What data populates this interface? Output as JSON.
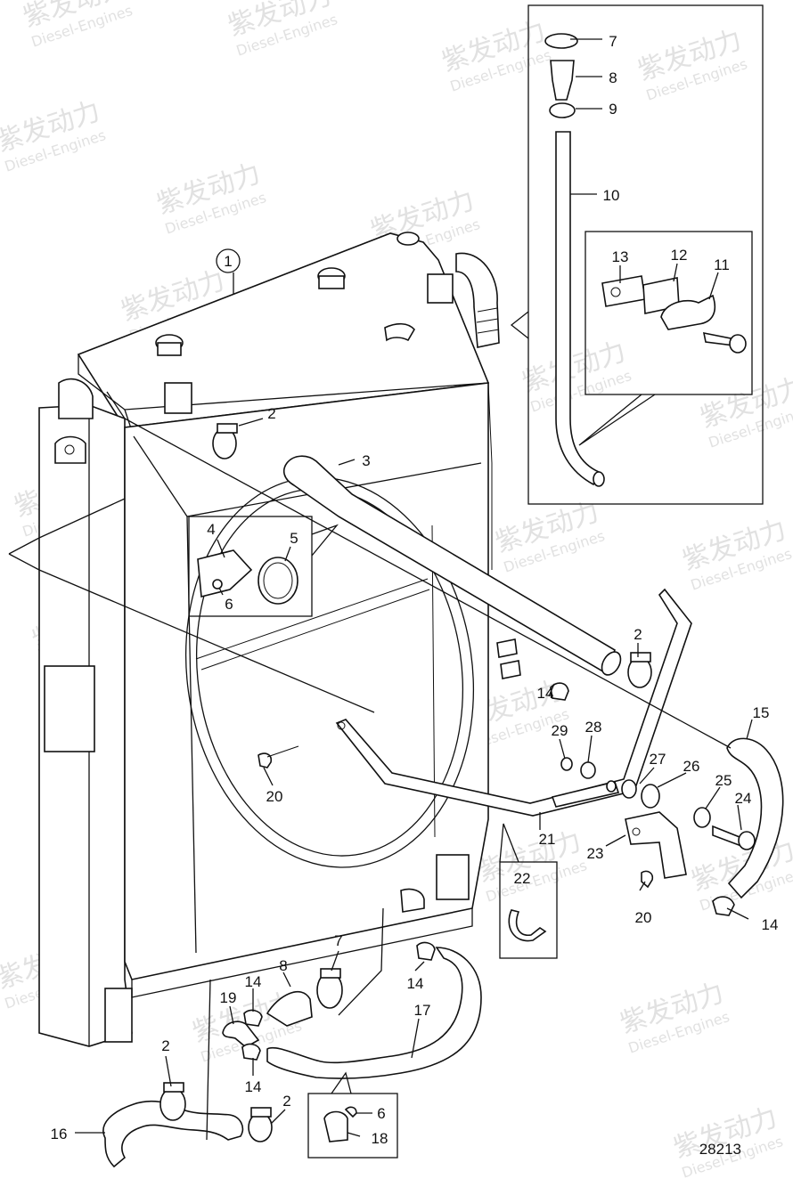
{
  "figure_number": "28213",
  "watermark": {
    "brand": "紫发动力",
    "sub": "Diesel-Engines"
  },
  "callouts": [
    "1",
    "2",
    "3",
    "4",
    "5",
    "6",
    "7",
    "8",
    "9",
    "10",
    "11",
    "12",
    "13",
    "14",
    "15",
    "16",
    "17",
    "18",
    "19",
    "20",
    "21",
    "22",
    "23",
    "24",
    "25",
    "26",
    "27",
    "28",
    "29"
  ]
}
